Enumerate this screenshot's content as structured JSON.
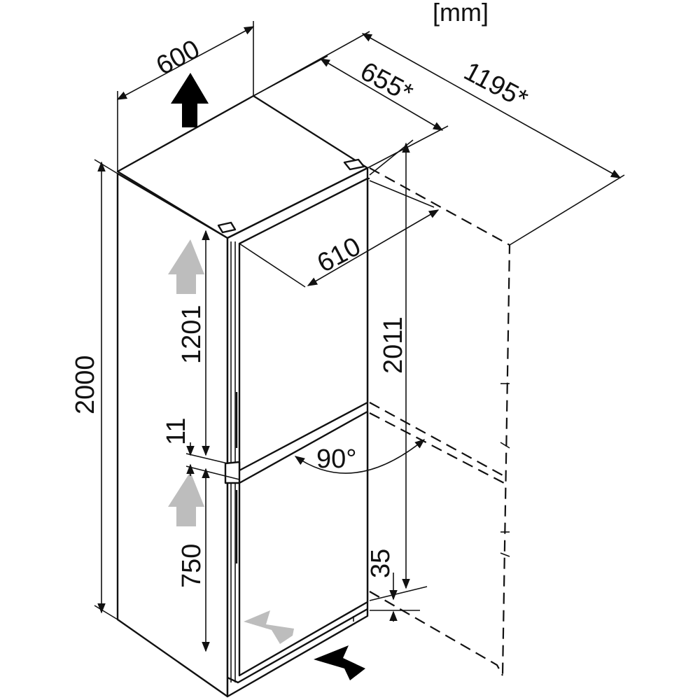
{
  "unit_label": "[mm]",
  "dimensions": {
    "width": "600",
    "depth": "655*",
    "depth_door_open": "1195*",
    "door_depth": "610",
    "height_total": "2000",
    "height_upper": "1201",
    "gap": "11",
    "height_lower": "750",
    "height_niche": "2011",
    "plinth": "35",
    "door_angle": "90°"
  },
  "colors": {
    "line": "#111111",
    "airflow_arrow": "#bdbdbd",
    "main_arrow": "#000000"
  }
}
